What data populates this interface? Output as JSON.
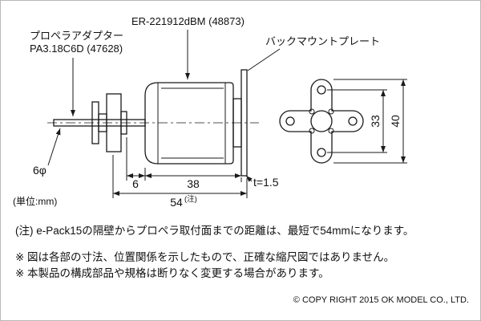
{
  "diagram": {
    "motor_label": "ER-221912dBM (48873)",
    "adapter_label_line1": "プロペラアダプター",
    "adapter_label_line2": "PA3.18C6D (47628)",
    "plate_label": "バックマウントプレート",
    "shaft_diameter_label": "6φ",
    "unit_label": "(単位:mm)",
    "dims": {
      "shaft_gap": "6",
      "motor_length": "38",
      "overall_length": "54",
      "overall_length_ref": "(注)",
      "plate_thickness": "t=1.5",
      "mount_hole_pitch": "33",
      "plate_width": "40"
    }
  },
  "notes": {
    "note_54": "(注) e-Pack15の隔壁からプロペラ取付面までの距離は、最短で54mmになります。",
    "disclaimer_scale": "※ 図は各部の寸法、位置関係を示したもので、正確な縮尺図ではありません。",
    "disclaimer_changes": "※ 本製品の構成部品や規格は断りなく変更する場合があります。",
    "copyright": "© COPY RIGHT 2015 OK MODEL CO., LTD."
  },
  "colors": {
    "line": "#1a1a1a",
    "background": "#ffffff"
  }
}
